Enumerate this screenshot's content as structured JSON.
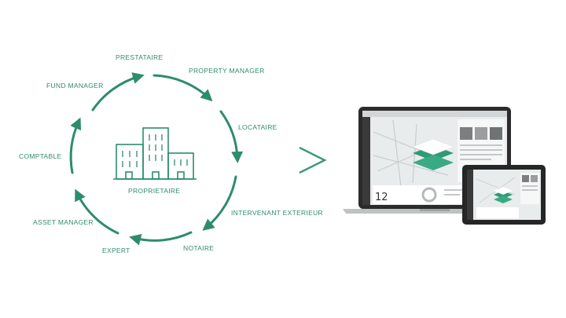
{
  "colors": {
    "accent": "#2e8c6e",
    "screen_bg": "#e9ecec",
    "device_frame": "#2b2b2b",
    "chevron": "#3a9a7a"
  },
  "roles": {
    "prestataire": "PRESTATAIRE",
    "property_manager": "PROPERTY MANAGER",
    "locataire": "LOCATAIRE",
    "intervenant_exterieur": "INTERVENANT EXTERIEUR",
    "notaire": "NOTAIRE",
    "expert": "EXPERT",
    "asset_manager": "ASSET MANAGER",
    "comptable": "COMPTABLE",
    "fund_manager": "FUND MANAGER"
  },
  "center": {
    "label": "PROPRIETAIRE",
    "icon": "buildings-icon"
  },
  "transition_icon": "chevron-right-icon",
  "laptop": {
    "icon": "laptop-icon",
    "kpi_value": "12"
  },
  "tablet": {
    "icon": "tablet-icon"
  },
  "logo_icon": "layers-logo-icon"
}
